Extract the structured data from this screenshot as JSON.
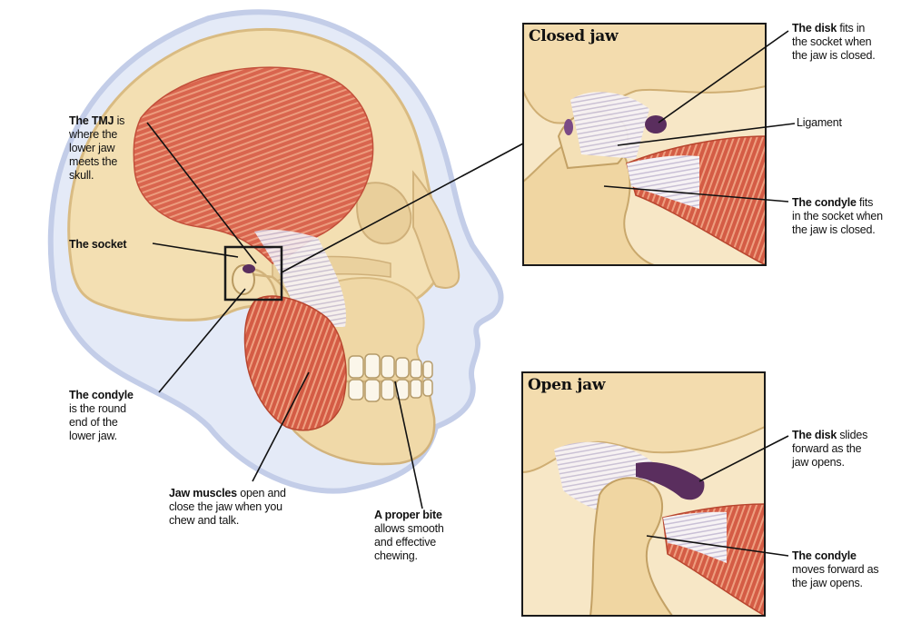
{
  "colors": {
    "skull": "#f3dfb2",
    "skull_shadow": "#d9bb82",
    "muscle": "#d9654e",
    "muscle_light": "#ec9b7d",
    "ligament": "#f4f0f2",
    "disk": "#5a2e5e",
    "head_outline": "#cfd8ee",
    "frame": "#1a1a1a"
  },
  "labels": {
    "tmj": {
      "bold": "The TMJ",
      "rest": " is\nwhere the\nlower jaw\nmeets the\nskull."
    },
    "socket": {
      "bold": "The socket",
      "rest": ""
    },
    "condyle_main": {
      "bold": "The condyle",
      "rest": "\nis the round\nend of the\nlower jaw."
    },
    "jaw_muscles": {
      "bold": "Jaw muscles",
      "rest": " open and\nclose the jaw when you\nchew and talk."
    },
    "proper_bite": {
      "bold": "A proper bite",
      "rest": "\nallows smooth\nand effective\nchewing."
    },
    "disk_closed": {
      "bold": "The disk",
      "rest": " fits in\nthe socket when\nthe jaw is closed."
    },
    "ligament": {
      "bold": "",
      "rest": "Ligament"
    },
    "condyle_closed": {
      "bold": "The condyle",
      "rest": " fits\nin the socket when\nthe jaw is closed."
    },
    "disk_open": {
      "bold": "The disk",
      "rest": " slides\nforward as the\njaw opens."
    },
    "condyle_open": {
      "bold": "The condyle",
      "rest": "\nmoves forward as\nthe jaw opens."
    }
  },
  "insets": {
    "closed_title": "Closed jaw",
    "open_title": "Open jaw"
  }
}
